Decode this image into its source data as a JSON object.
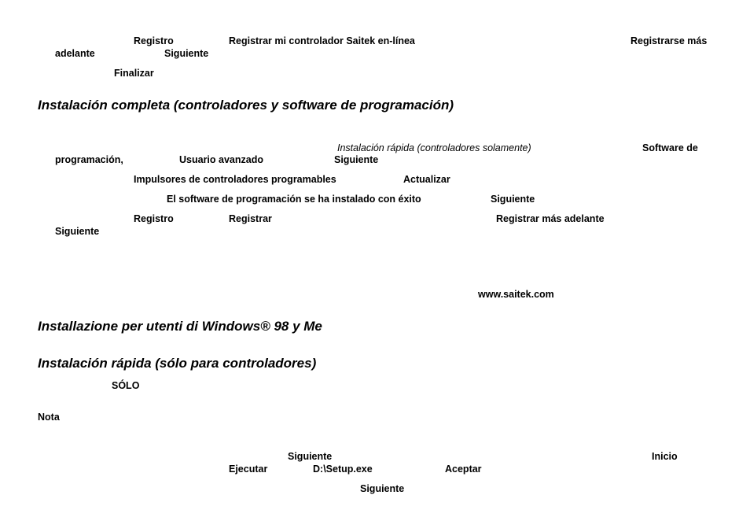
{
  "block1": {
    "registro": "Registro",
    "registrar_mi": "Registrar mi controlador Saitek en-línea",
    "registrarse_mas": "Registrarse más",
    "adelante": "adelante",
    "siguiente": "Siguiente",
    "finalizar": "Finalizar"
  },
  "heading_completa": "Instalación completa (controladores y software de programación)",
  "block2": {
    "rapida_solamente": "Instalación rápida (controladores solamente)",
    "software_de": "Software de",
    "programacion": "programación,",
    "usuario_avanzado": "Usuario avanzado",
    "siguiente_1": "Siguiente",
    "impulsores": "Impulsores de controladores programables",
    "actualizar": "Actualizar",
    "exito": "El software de programación se ha instalado con éxito",
    "siguiente_2": "Siguiente",
    "registro": "Registro",
    "registrar": "Registrar",
    "registrar_mas_adelante": "Registrar más adelante",
    "siguiente_3": "Siguiente",
    "url": "www.saitek.com"
  },
  "heading_italiano": "Installazione per utenti di Windows® 98 y Me",
  "heading_rapida": "Instalación rápida (sólo para controladores)",
  "block3": {
    "solo": "SÓLO",
    "nota": "Nota",
    "siguiente_1": "Siguiente",
    "inicio": "Inicio",
    "ejecutar": "Ejecutar",
    "setup": "D:\\Setup.exe",
    "aceptar": "Aceptar",
    "siguiente_2": "Siguiente"
  }
}
